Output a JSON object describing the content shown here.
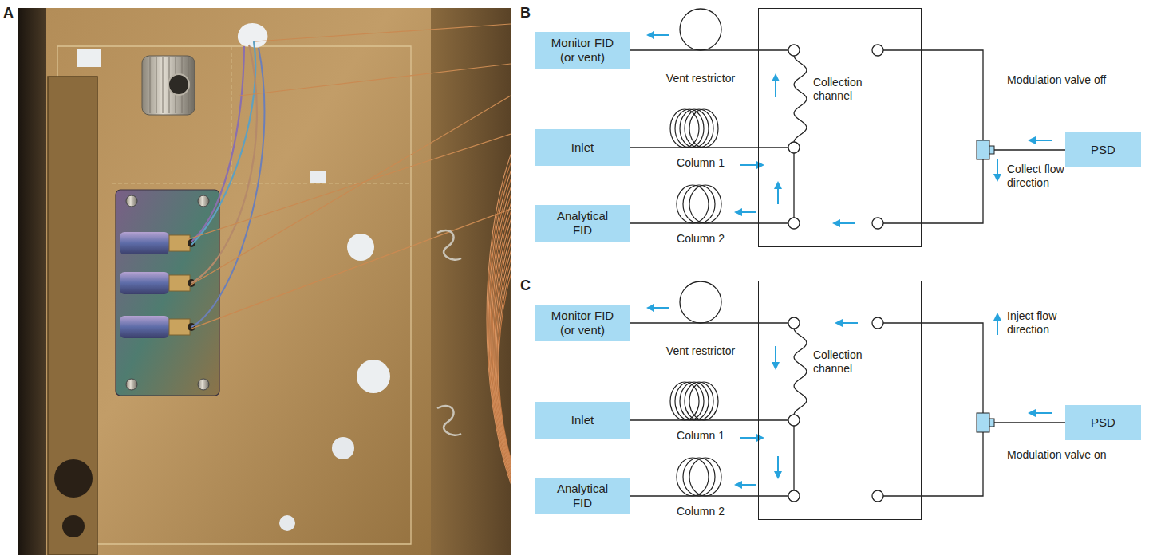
{
  "diagram": {
    "nodes": [
      {
        "text": [
          "Monitor FID (or vent)"
        ]
      },
      {
        "text": [
          "Inlet"
        ]
      },
      {
        "text": [
          "Analytical FID"
        ]
      },
      {
        "text": [
          "Collection channel"
        ]
      },
      {
        "text": [
          "PSD"
        ]
      },
      {
        "text": [
          "Monitor FID (or vent)"
        ]
      },
      {
        "text": [
          "Inlet"
        ]
      },
      {
        "text": [
          "Analytical FID"
        ]
      },
      {
        "text": [
          "Collection channel"
        ]
      },
      {
        "text": [
          "PSD"
        ]
      }
    ],
    "edges": [
      {
        "from": 3,
        "to": 0,
        "arrow": "none"
      },
      {
        "from": 1,
        "to": 3,
        "arrow": "none"
      },
      {
        "from": 3,
        "to": 2,
        "arrow": "none"
      },
      {
        "from": 4,
        "to": 3,
        "arrow": "none"
      },
      {
        "from": 8,
        "to": 5,
        "arrow": "none"
      },
      {
        "from": 6,
        "to": 8,
        "arrow": "none"
      },
      {
        "from": 8,
        "to": 7,
        "arrow": "none"
      },
      {
        "from": 9,
        "to": 8,
        "arrow": "none"
      }
    ],
    "labels": [
      "A",
      "B",
      "Vent restrictor",
      "Column 1",
      "Column 2",
      "Modulation valve off",
      "Collect flow direction",
      "C",
      "Vent restrictor",
      "Column 1",
      "Column 2",
      "Inject flow direction",
      "Modulation valve on"
    ]
  }
}
